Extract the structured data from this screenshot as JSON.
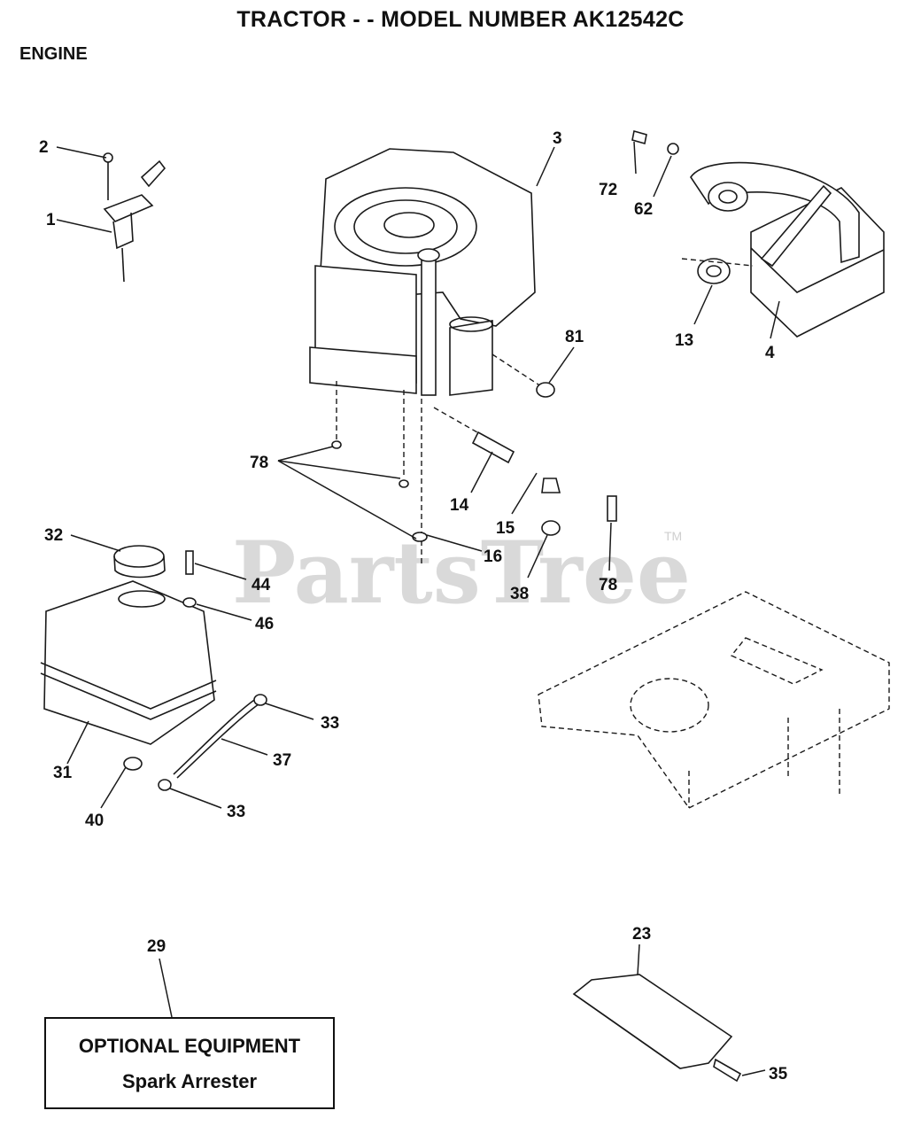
{
  "header": {
    "title": "TRACTOR - - MODEL NUMBER AK12542C",
    "section": "ENGINE"
  },
  "watermark": {
    "text": "PartsTree",
    "trademark": "TM"
  },
  "callouts": {
    "c1": "1",
    "c2": "2",
    "c3": "3",
    "c4": "4",
    "c13": "13",
    "c14": "14",
    "c15": "15",
    "c16": "16",
    "c23": "23",
    "c29": "29",
    "c31": "31",
    "c32": "32",
    "c33a": "33",
    "c33b": "33",
    "c35": "35",
    "c37": "37",
    "c38": "38",
    "c40": "40",
    "c44": "44",
    "c46": "46",
    "c62": "62",
    "c72": "72",
    "c78a": "78",
    "c78b": "78",
    "c81": "81"
  },
  "optional_box": {
    "heading": "OPTIONAL EQUIPMENT",
    "item": "Spark Arrester"
  }
}
